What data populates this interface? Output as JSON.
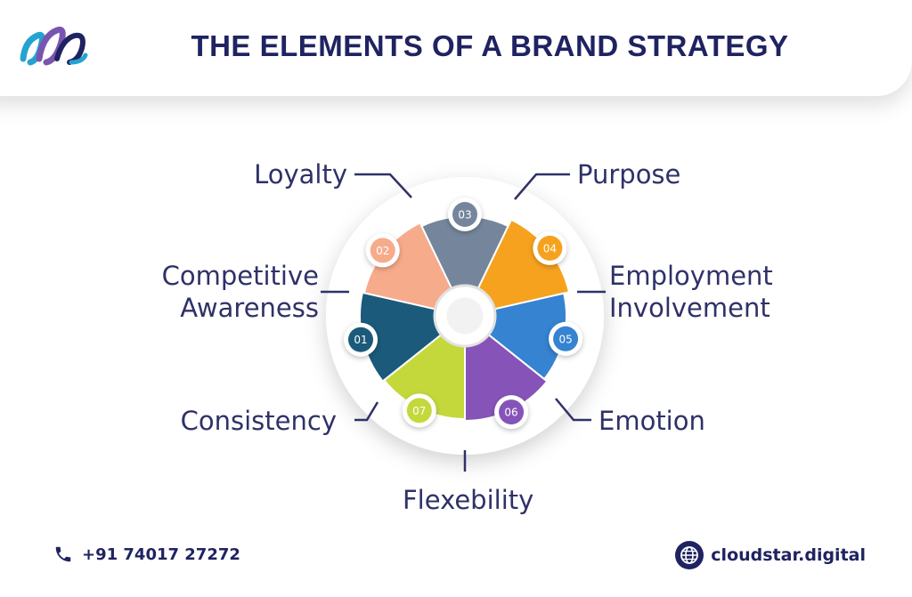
{
  "header": {
    "title": "THE ELEMENTS OF A BRAND STRATEGY"
  },
  "segments": [
    {
      "number": "01",
      "label_lines": [
        "Competitive",
        "Awareness"
      ],
      "color": "#1b5a7a"
    },
    {
      "number": "02",
      "label_lines": [
        "Loyalty"
      ],
      "color": "#f6ab8b"
    },
    {
      "number": "03",
      "label_lines": [
        "Purpose"
      ],
      "color": "#75869c"
    },
    {
      "number": "04",
      "label_lines": [
        "Employment",
        "Involvement"
      ],
      "color": "#f6a21e"
    },
    {
      "number": "05",
      "label_lines": [
        "Emotion"
      ],
      "color": "#3583d1"
    },
    {
      "number": "06",
      "label_lines": [
        "Flexebility"
      ],
      "color": "#8654b8"
    },
    {
      "number": "07",
      "label_lines": [
        "Consistency"
      ],
      "color": "#c4d83c"
    }
  ],
  "footer": {
    "phone": "+91 74017 27272",
    "website": "cloudstar.digital",
    "phone_icon": "phone-icon",
    "website_icon": "globe-icon"
  },
  "colors": {
    "title": "#1f2361",
    "label_text": "#2f3168",
    "connector": "#2f3168"
  }
}
